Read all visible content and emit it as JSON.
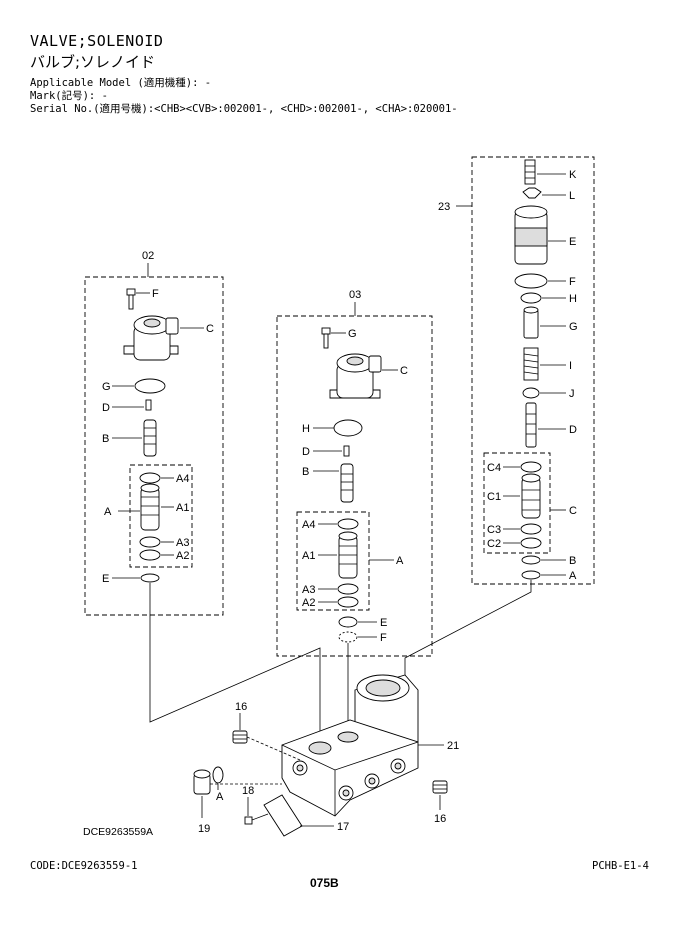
{
  "header": {
    "title_en": "VALVE;SOLENOID",
    "title_jp": "バルブ;ソレノイド",
    "applicable_model": "Applicable Model (適用機種): -",
    "mark": "Mark(記号): -",
    "serial": "Serial No.(適用号機):<CHB><CVB>:002001-, <CHD>:002001-, <CHA>:020001-"
  },
  "figure_code": "DCE9263559A",
  "footer": {
    "code": "CODE:DCE9263559-1",
    "page_ref": "PCHB-E1-4",
    "page_number": "075B"
  },
  "assembly_02": {
    "number": "02",
    "labels": {
      "F": "F",
      "C": "C",
      "G": "G",
      "D": "D",
      "B": "B",
      "A4": "A4",
      "A": "A",
      "A1": "A1",
      "A3": "A3",
      "A2": "A2",
      "E": "E"
    }
  },
  "assembly_03": {
    "number": "03",
    "labels": {
      "G": "G",
      "C": "C",
      "H": "H",
      "D": "D",
      "B": "B",
      "A4": "A4",
      "A1": "A1",
      "A": "A",
      "A3": "A3",
      "A2": "A2",
      "E": "E",
      "F": "F"
    }
  },
  "assembly_23": {
    "number": "23",
    "labels": {
      "K": "K",
      "L": "L",
      "E": "E",
      "F": "F",
      "H": "H",
      "G": "G",
      "I": "I",
      "J": "J",
      "D": "D",
      "C4": "C4",
      "C1": "C1",
      "C": "C",
      "C3": "C3",
      "C2": "C2",
      "B": "B",
      "A": "A"
    }
  },
  "body_parts": {
    "p16a": "16",
    "p16b": "16",
    "p21": "21",
    "p19": "19",
    "pA": "A",
    "p18": "18",
    "p17": "17"
  }
}
